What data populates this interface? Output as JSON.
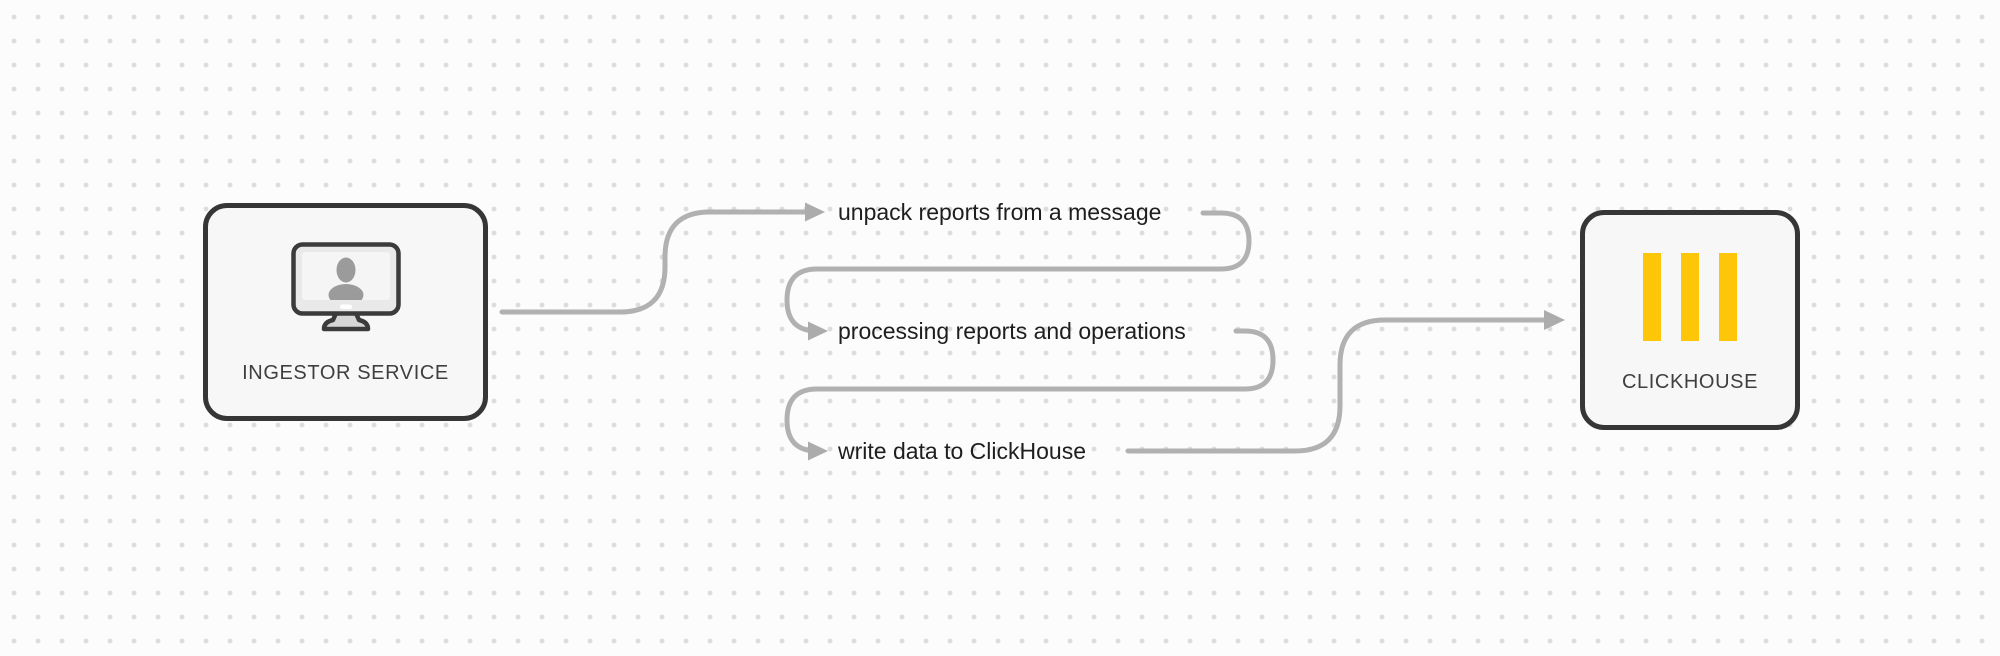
{
  "nodes": {
    "ingestor": {
      "label": "INGESTOR SERVICE",
      "icon": "monitor-user-icon"
    },
    "clickhouse": {
      "label": "CLICKHOUSE",
      "icon": "clickhouse-bars-icon"
    }
  },
  "steps": [
    {
      "label": "unpack reports from a message"
    },
    {
      "label": "processing reports and operations"
    },
    {
      "label": "write data to ClickHouse"
    }
  ],
  "colors": {
    "background": "#fcfcfc",
    "grid_dot": "#dcdcdc",
    "connector_gray": "#b1b1b1",
    "node_border": "#363636",
    "node_fill": "#f7f7f7",
    "step_text": "#1e1e1e",
    "node_label_text": "#3f3f3f",
    "clickhouse_yellow": "#fdc609"
  }
}
